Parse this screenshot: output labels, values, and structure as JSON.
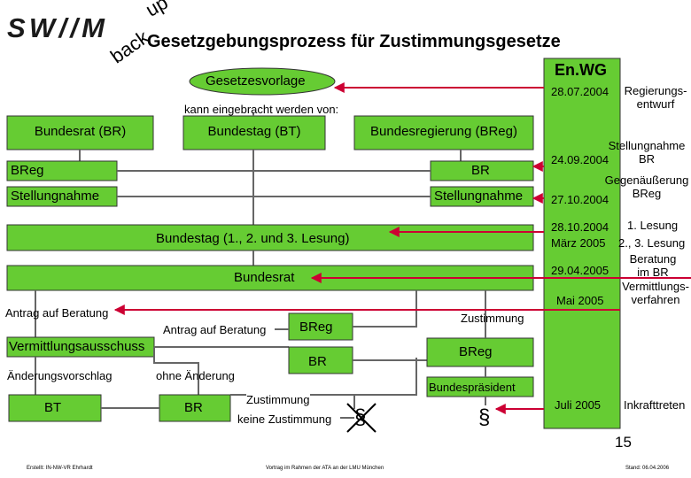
{
  "header": {
    "logo_text": "SW//M",
    "back": "back",
    "up": "up",
    "title": "Gesetzgebungsprozess für Zustimmungsgesetze"
  },
  "flow": {
    "gesetzesvorlage": "Gesetzesvorlage",
    "eingebracht": "kann eingebracht werden von:",
    "bundesrat_br": "Bundesrat (BR)",
    "bundestag_bt": "Bundestag (BT)",
    "bundesregierung": "Bundesregierung (BReg)",
    "breg_left": "BReg",
    "br_right": "BR",
    "stellungnahme_left": "Stellungnahme",
    "stellungnahme_right": "Stellungnahme",
    "lesung": "Bundestag (1., 2. und 3. Lesung)",
    "bundesrat": "Bundesrat",
    "antrag_left": "Antrag auf Beratung",
    "antrag_mid": "Antrag auf Beratung",
    "breg_mid": "BReg",
    "vermittlungsausschuss": "Vermittlungsausschuss",
    "br_mid": "BR",
    "zustimmung_right": "Zustimmung",
    "breg_right": "BReg",
    "aenderungsvorschlag": "Änderungsvorschlag",
    "ohne_aenderung": "ohne Änderung",
    "bundespraesident": "Bundespräsident",
    "bt": "BT",
    "br_box": "BR",
    "zustimmung": "Zustimmung",
    "keine_zustimmung": "keine Zustimmung",
    "paragraph_crossed": "§",
    "paragraph": "§"
  },
  "enwg": {
    "label": "En.WG",
    "d1": "28.07.2004",
    "d2": "24.09.2004",
    "d3": "27.10.2004",
    "d4": "28.10.2004",
    "d5": "März 2005",
    "d6": "29.04.2005",
    "d7": "Mai 2005",
    "d8": "Juli 2005"
  },
  "events": {
    "e1": "Regierungs-\nentwurf",
    "e2": "Stellungnahme\nBR",
    "e3": "Gegenäußerung\nBReg",
    "e4": "1. Lesung",
    "e5": "2., 3. Lesung",
    "e6": "Beratung\nim BR",
    "e7": "Vermittlungs-\nverfahren",
    "e8": "Inkrafttreten"
  },
  "footer": {
    "page_number": "15",
    "author": "Erstellt: IN-NW-VR Ehrhardt",
    "lecture": "Vortrag im Rahmen der ATA an der LMU München",
    "date": "Stand: 06.04.2006"
  },
  "colors": {
    "green": "#66cc33",
    "arrow_red": "#cc0033",
    "line_gray": "#666666"
  }
}
